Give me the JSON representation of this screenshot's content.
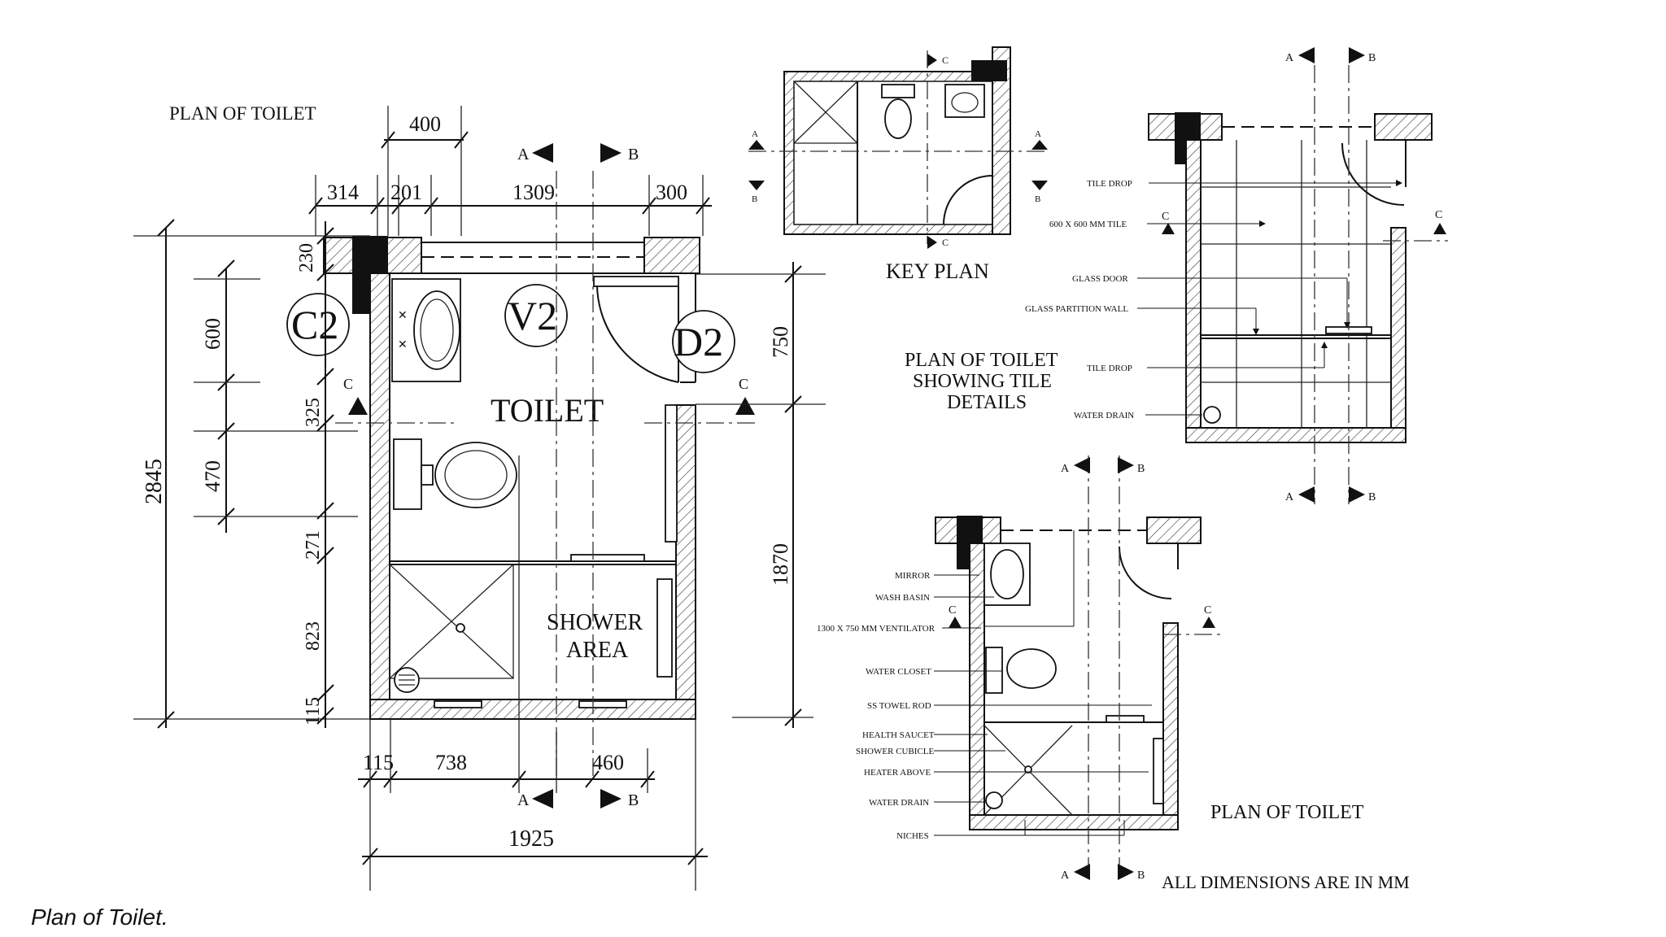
{
  "main_plan": {
    "title": "PLAN OF TOILET",
    "room_label": "TOILET",
    "shower_label_1": "SHOWER",
    "shower_label_2": "AREA",
    "tags": {
      "c2": "C2",
      "v2": "V2",
      "d2": "D2"
    },
    "top_dims": {
      "d400": "400",
      "d314": "314",
      "d201": "201",
      "d1309": "1309",
      "d300": "300"
    },
    "left_dims": {
      "d2845": "2845",
      "d230": "230",
      "d600": "600",
      "d325": "325",
      "d470": "470",
      "d271": "271",
      "d823": "823",
      "d115": "115"
    },
    "right_dims": {
      "d750": "750",
      "d1870": "1870"
    },
    "bottom_dims": {
      "d115": "115",
      "d738": "738",
      "d460": "460",
      "d1925": "1925"
    }
  },
  "section_markers": {
    "a": "A",
    "b": "B",
    "c": "C"
  },
  "key_plan": {
    "title": "KEY PLAN"
  },
  "tile_plan": {
    "title_line1": "PLAN OF TOILET",
    "title_line2": "SHOWING TILE",
    "title_line3": "DETAILS",
    "labels": {
      "tile_drop_1": "TILE DROP",
      "tile_600": "600 X 600 MM TILE",
      "glass_door": "GLASS DOOR",
      "glass_partition": "GLASS PARTITION WALL",
      "tile_drop_2": "TILE DROP",
      "water_drain": "WATER DRAIN"
    }
  },
  "fixture_plan": {
    "title": "PLAN OF TOILET",
    "note": "ALL DIMENSIONS ARE IN MM",
    "labels": {
      "mirror": "MIRROR",
      "wash_basin": "WASH BASIN",
      "ventilator": "1300 X 750 MM VENTILATOR",
      "water_closet": "WATER CLOSET",
      "towel_rod": "SS TOWEL ROD",
      "health_faucet": "HEALTH SAUCET",
      "shower_cubicle": "SHOWER CUBICLE",
      "heater": "HEATER ABOVE",
      "water_drain": "WATER DRAIN",
      "niches": "NICHES"
    }
  },
  "caption": "Plan of Toilet."
}
